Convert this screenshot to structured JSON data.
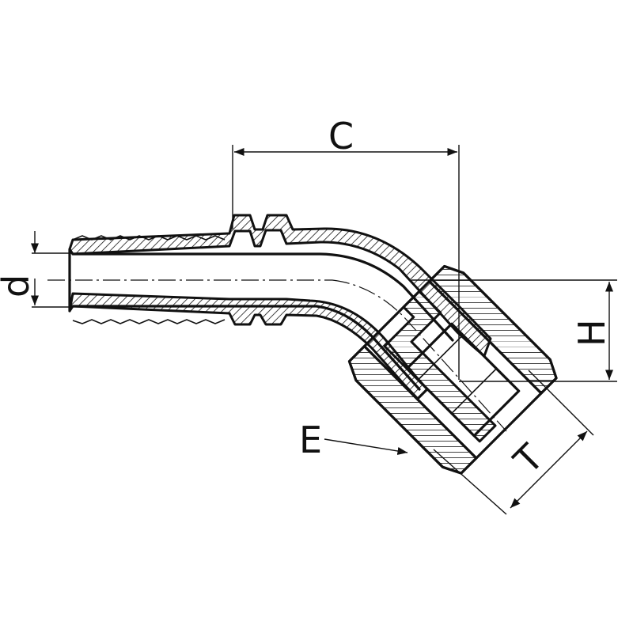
{
  "diagram": {
    "labels": {
      "c": "C",
      "d": "d",
      "h": "H",
      "t": "T",
      "e": "E"
    }
  }
}
